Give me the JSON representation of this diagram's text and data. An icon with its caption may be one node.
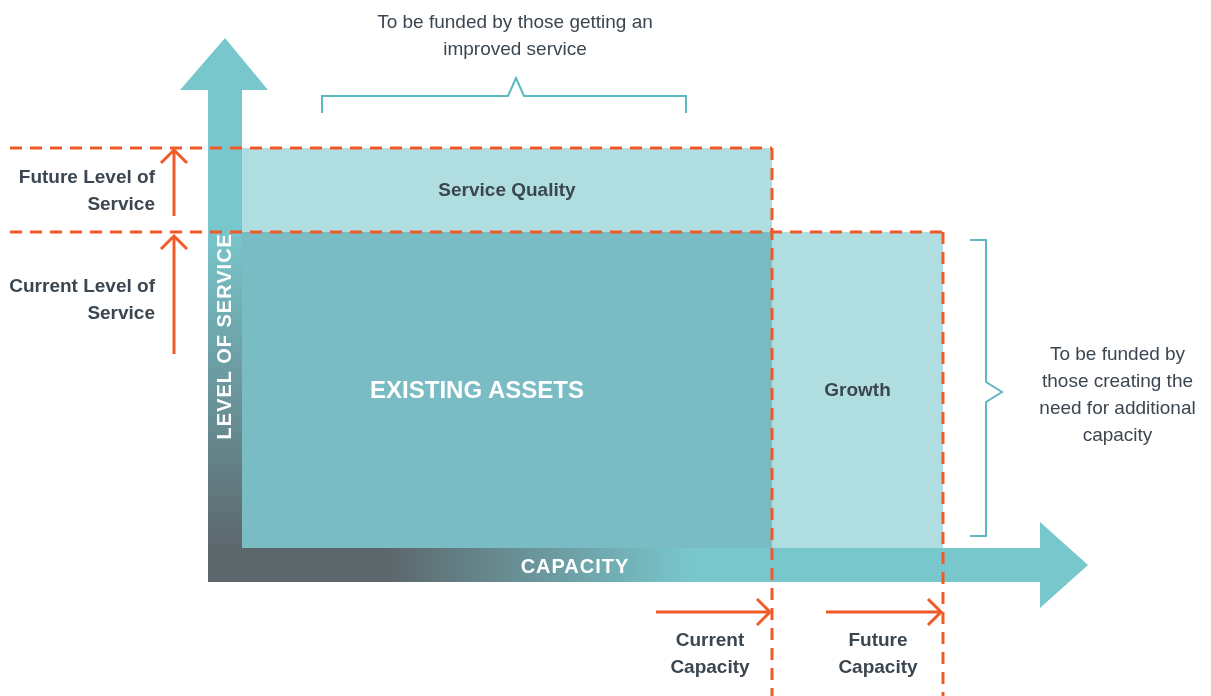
{
  "diagram": {
    "nodes": [
      {
        "text": [
          "Service Quality"
        ]
      },
      {
        "text": [
          "EXISTING ASSETS"
        ]
      },
      {
        "text": [
          "Growth"
        ]
      }
    ],
    "labels": [
      "To be funded by those getting an improved service",
      "Future Level of Service",
      "Current Level of Service",
      "LEVEL OF SERVICE",
      "To be funded by those creating the need for additional capacity",
      "CAPACITY",
      "Current Capacity",
      "Future Capacity"
    ]
  }
}
